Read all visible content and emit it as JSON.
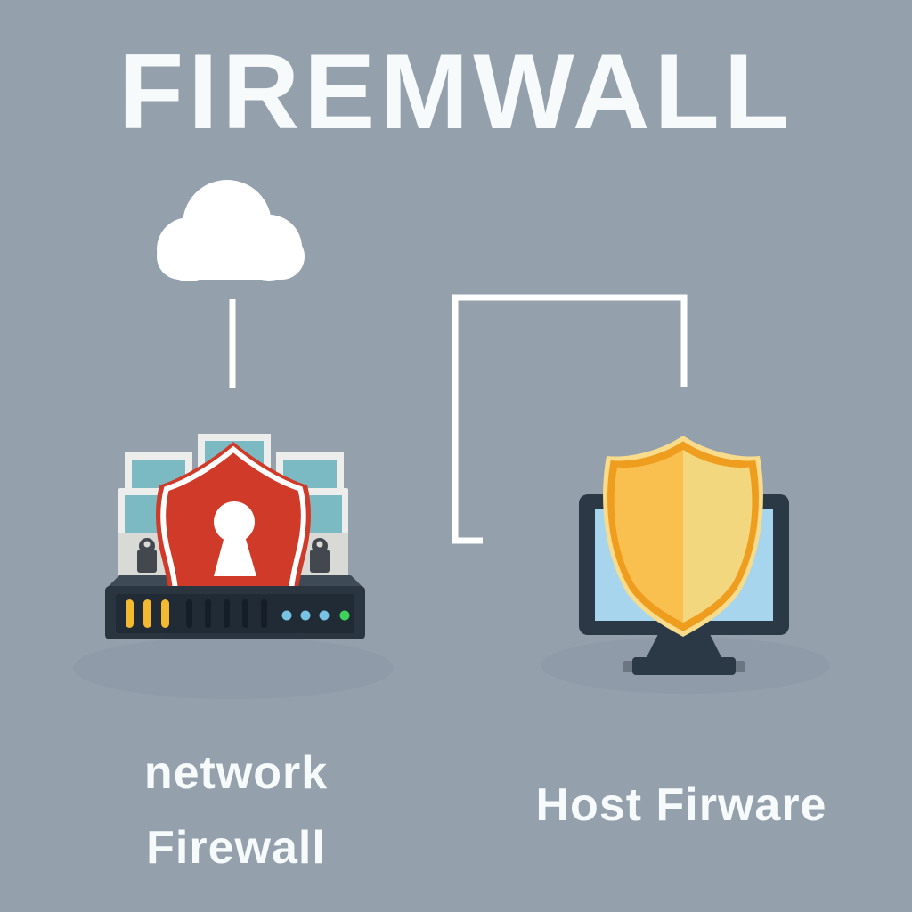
{
  "title": "FIREMWALL",
  "labels": {
    "network_line1": "network",
    "network_line2": "Firewall",
    "host": "Host Firware"
  },
  "icons": {
    "cloud": "cloud-icon",
    "cloud_link": "cloud-connector-line",
    "bracket_link": "bracket-connector-line",
    "network_firewall": "red-shield-keyhole-servers-icon",
    "host_firewall": "gold-shield-monitor-icon"
  },
  "colors": {
    "background": "#94A1AD",
    "text_white": "#F7FAFB",
    "pure_white": "#FFFFFF",
    "shadow": "#8A97A4",
    "red_shield": "#D03A28",
    "teal_screen": "#7BBAC3",
    "device_light": "#EDEEEC",
    "device_gray": "#D9D9D6",
    "padlock_dark": "#43484F",
    "rack_top": "#3E4A55",
    "rack_front": "#2B3540",
    "rack_panel": "#212B35",
    "slot_dark": "#151E27",
    "bar_yellow": "#F2B931",
    "dot_blue": "#78C2E4",
    "dot_green": "#3ED25A",
    "pc_frame": "#2B3946",
    "pc_screen": "#A7D5ED",
    "stand_cap": "#6B7681",
    "gold_rim": "#F8DC8B",
    "gold_ring": "#EF9D1F",
    "gold_left": "#F9C050",
    "gold_right": "#F2D77E"
  }
}
